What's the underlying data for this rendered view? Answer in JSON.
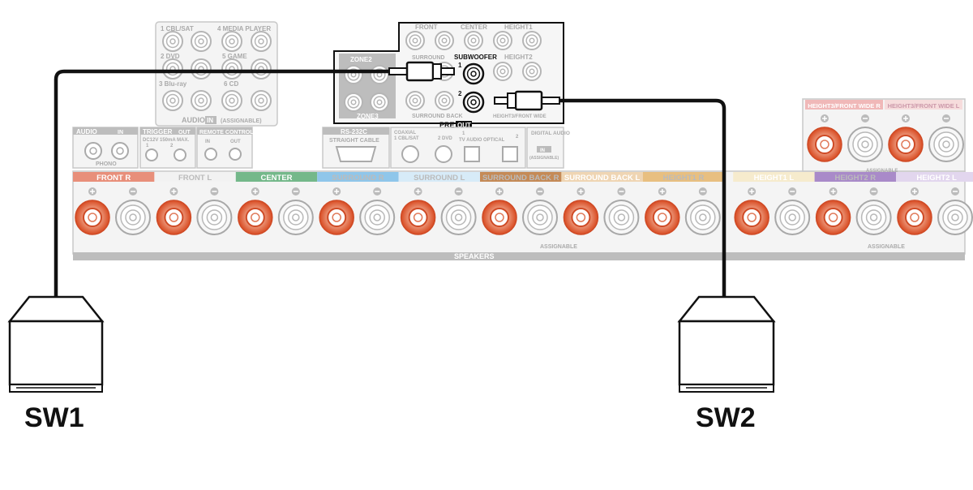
{
  "audio_in": {
    "pairs": [
      "1 CBL/SAT",
      "4 MEDIA PLAYER",
      "2 DVD",
      "5 GAME",
      "3 Blu-ray",
      "6 CD"
    ],
    "footer": "AUDIO",
    "in_badge": "IN",
    "assignable": "(ASSIGNABLE)"
  },
  "pre_out": {
    "zone2": "ZONE2",
    "zone3": "ZONE3",
    "front": "FRONT",
    "center": "CENTER",
    "height1": "HEIGHT1",
    "height2": "HEIGHT2",
    "surround": "SURROUND",
    "surround_back": "SURROUND BACK",
    "subwoofer": "SUBWOOFER",
    "sub1": "1",
    "sub2": "2",
    "height3": "HEIGHT3/FRONT WIDE",
    "footer_pre": "PRE",
    "footer_out": "OUT"
  },
  "left_panel": {
    "audio": "AUDIO",
    "in": "IN",
    "phono": "PHONO",
    "trigger": "TRIGGER",
    "out": "OUT",
    "trigger_spec": "DC12V 150mA MAX.",
    "t1": "1",
    "t2": "2",
    "remote": "REMOTE CONTROL",
    "rc_in": "IN",
    "rc_out": "OUT"
  },
  "mid_panel": {
    "rs232c": "RS-232C",
    "straight": "STRAIGHT CABLE",
    "coaxial": "COAXIAL",
    "cbl": "1 CBL/SAT",
    "dvd": "2 DVD",
    "tv_audio": "TV AUDIO",
    "optical": "OPTICAL",
    "opt1": "1",
    "opt2": "2",
    "digital_audio": "DIGITAL AUDIO",
    "da_in": "IN",
    "da_assignable": "(ASSIGNABLE)"
  },
  "speakers": {
    "channels": [
      "FRONT R",
      "FRONT L",
      "CENTER",
      "SURROUND R",
      "SURROUND L",
      "SURROUND BACK R",
      "SURROUND BACK L",
      "HEIGHT1 R",
      "HEIGHT1 L",
      "HEIGHT2 R",
      "HEIGHT2 L"
    ],
    "top_channels": [
      "HEIGHT3/FRONT WIDE R",
      "HEIGHT3/FRONT WIDE L"
    ],
    "assignable": "ASSIGNABLE",
    "footer": "SPEAKERS",
    "colors": [
      "#e88f7a",
      "#f2f2f2",
      "#74b88a",
      "#8fc6ea",
      "#d7ebf8",
      "#c58a56",
      "#efd5b3",
      "#e8bf80",
      "#f6ebcd",
      "#a98ac9",
      "#e2d6ee",
      "#f0b8b8",
      "#f6dcdc"
    ]
  },
  "subwoofers": {
    "sw1": "SW1",
    "sw2": "SW2"
  }
}
